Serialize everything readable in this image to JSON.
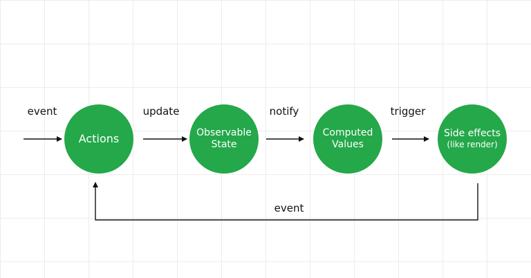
{
  "colors": {
    "node_fill": "#24a84a",
    "node_text": "#ffffff",
    "arrow": "#111111",
    "grid": "#ececec"
  },
  "nodes": [
    {
      "id": "actions",
      "lines": [
        "Actions"
      ]
    },
    {
      "id": "observable-state",
      "lines": [
        "Observable",
        "State"
      ]
    },
    {
      "id": "computed-values",
      "lines": [
        "Computed",
        "Values"
      ]
    },
    {
      "id": "side-effects",
      "lines": [
        "Side effects",
        "(like render)"
      ]
    }
  ],
  "edges": [
    {
      "from": "external",
      "to": "actions",
      "label": "event"
    },
    {
      "from": "actions",
      "to": "observable-state",
      "label": "update"
    },
    {
      "from": "observable-state",
      "to": "computed-values",
      "label": "notify"
    },
    {
      "from": "computed-values",
      "to": "side-effects",
      "label": "trigger"
    },
    {
      "from": "side-effects",
      "to": "actions",
      "label": "event"
    }
  ]
}
